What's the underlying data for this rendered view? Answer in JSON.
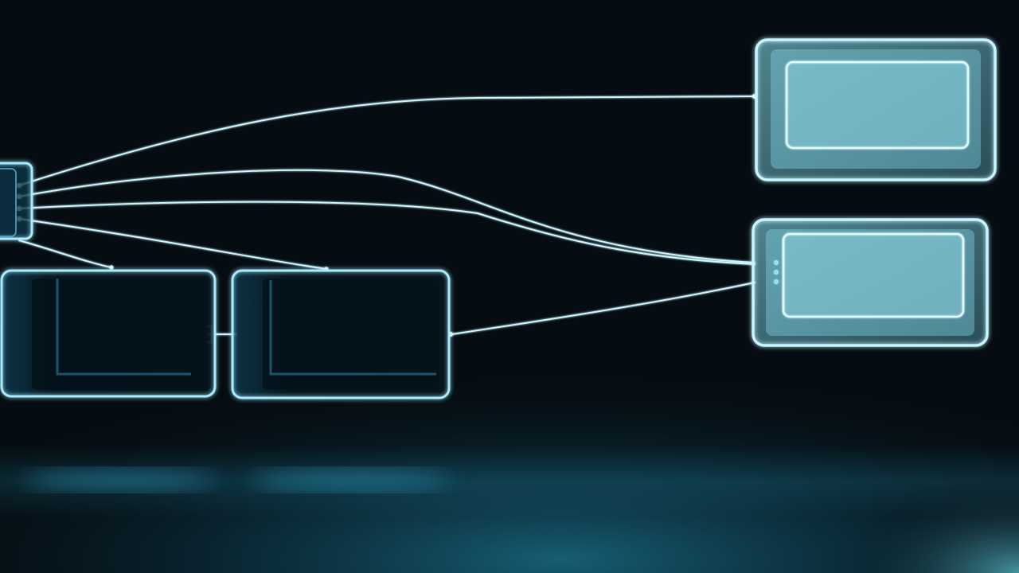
{
  "diagram": {
    "nodes": [
      {
        "id": "source",
        "label": ""
      },
      {
        "id": "box-lower-left",
        "label": ""
      },
      {
        "id": "box-lower-middle",
        "label": ""
      },
      {
        "id": "box-upper-right",
        "label": ""
      },
      {
        "id": "box-lower-right",
        "label": ""
      }
    ],
    "edges": [
      {
        "from": "source",
        "to": "box-upper-right"
      },
      {
        "from": "source",
        "to": "box-lower-right"
      },
      {
        "from": "source",
        "to": "box-lower-right"
      },
      {
        "from": "source",
        "to": "box-lower-middle"
      },
      {
        "from": "source",
        "to": "box-lower-left"
      },
      {
        "from": "box-lower-left",
        "to": "box-lower-middle"
      },
      {
        "from": "box-lower-middle",
        "to": "box-lower-right"
      }
    ]
  },
  "colors": {
    "background": "#050d12",
    "floor_glow": "#1a6c85",
    "edge": "#cdf6ff",
    "box_outline": "#a8ecff",
    "box_fill": "#0a2a36",
    "box_inner_glow": "#5fd3f0"
  }
}
